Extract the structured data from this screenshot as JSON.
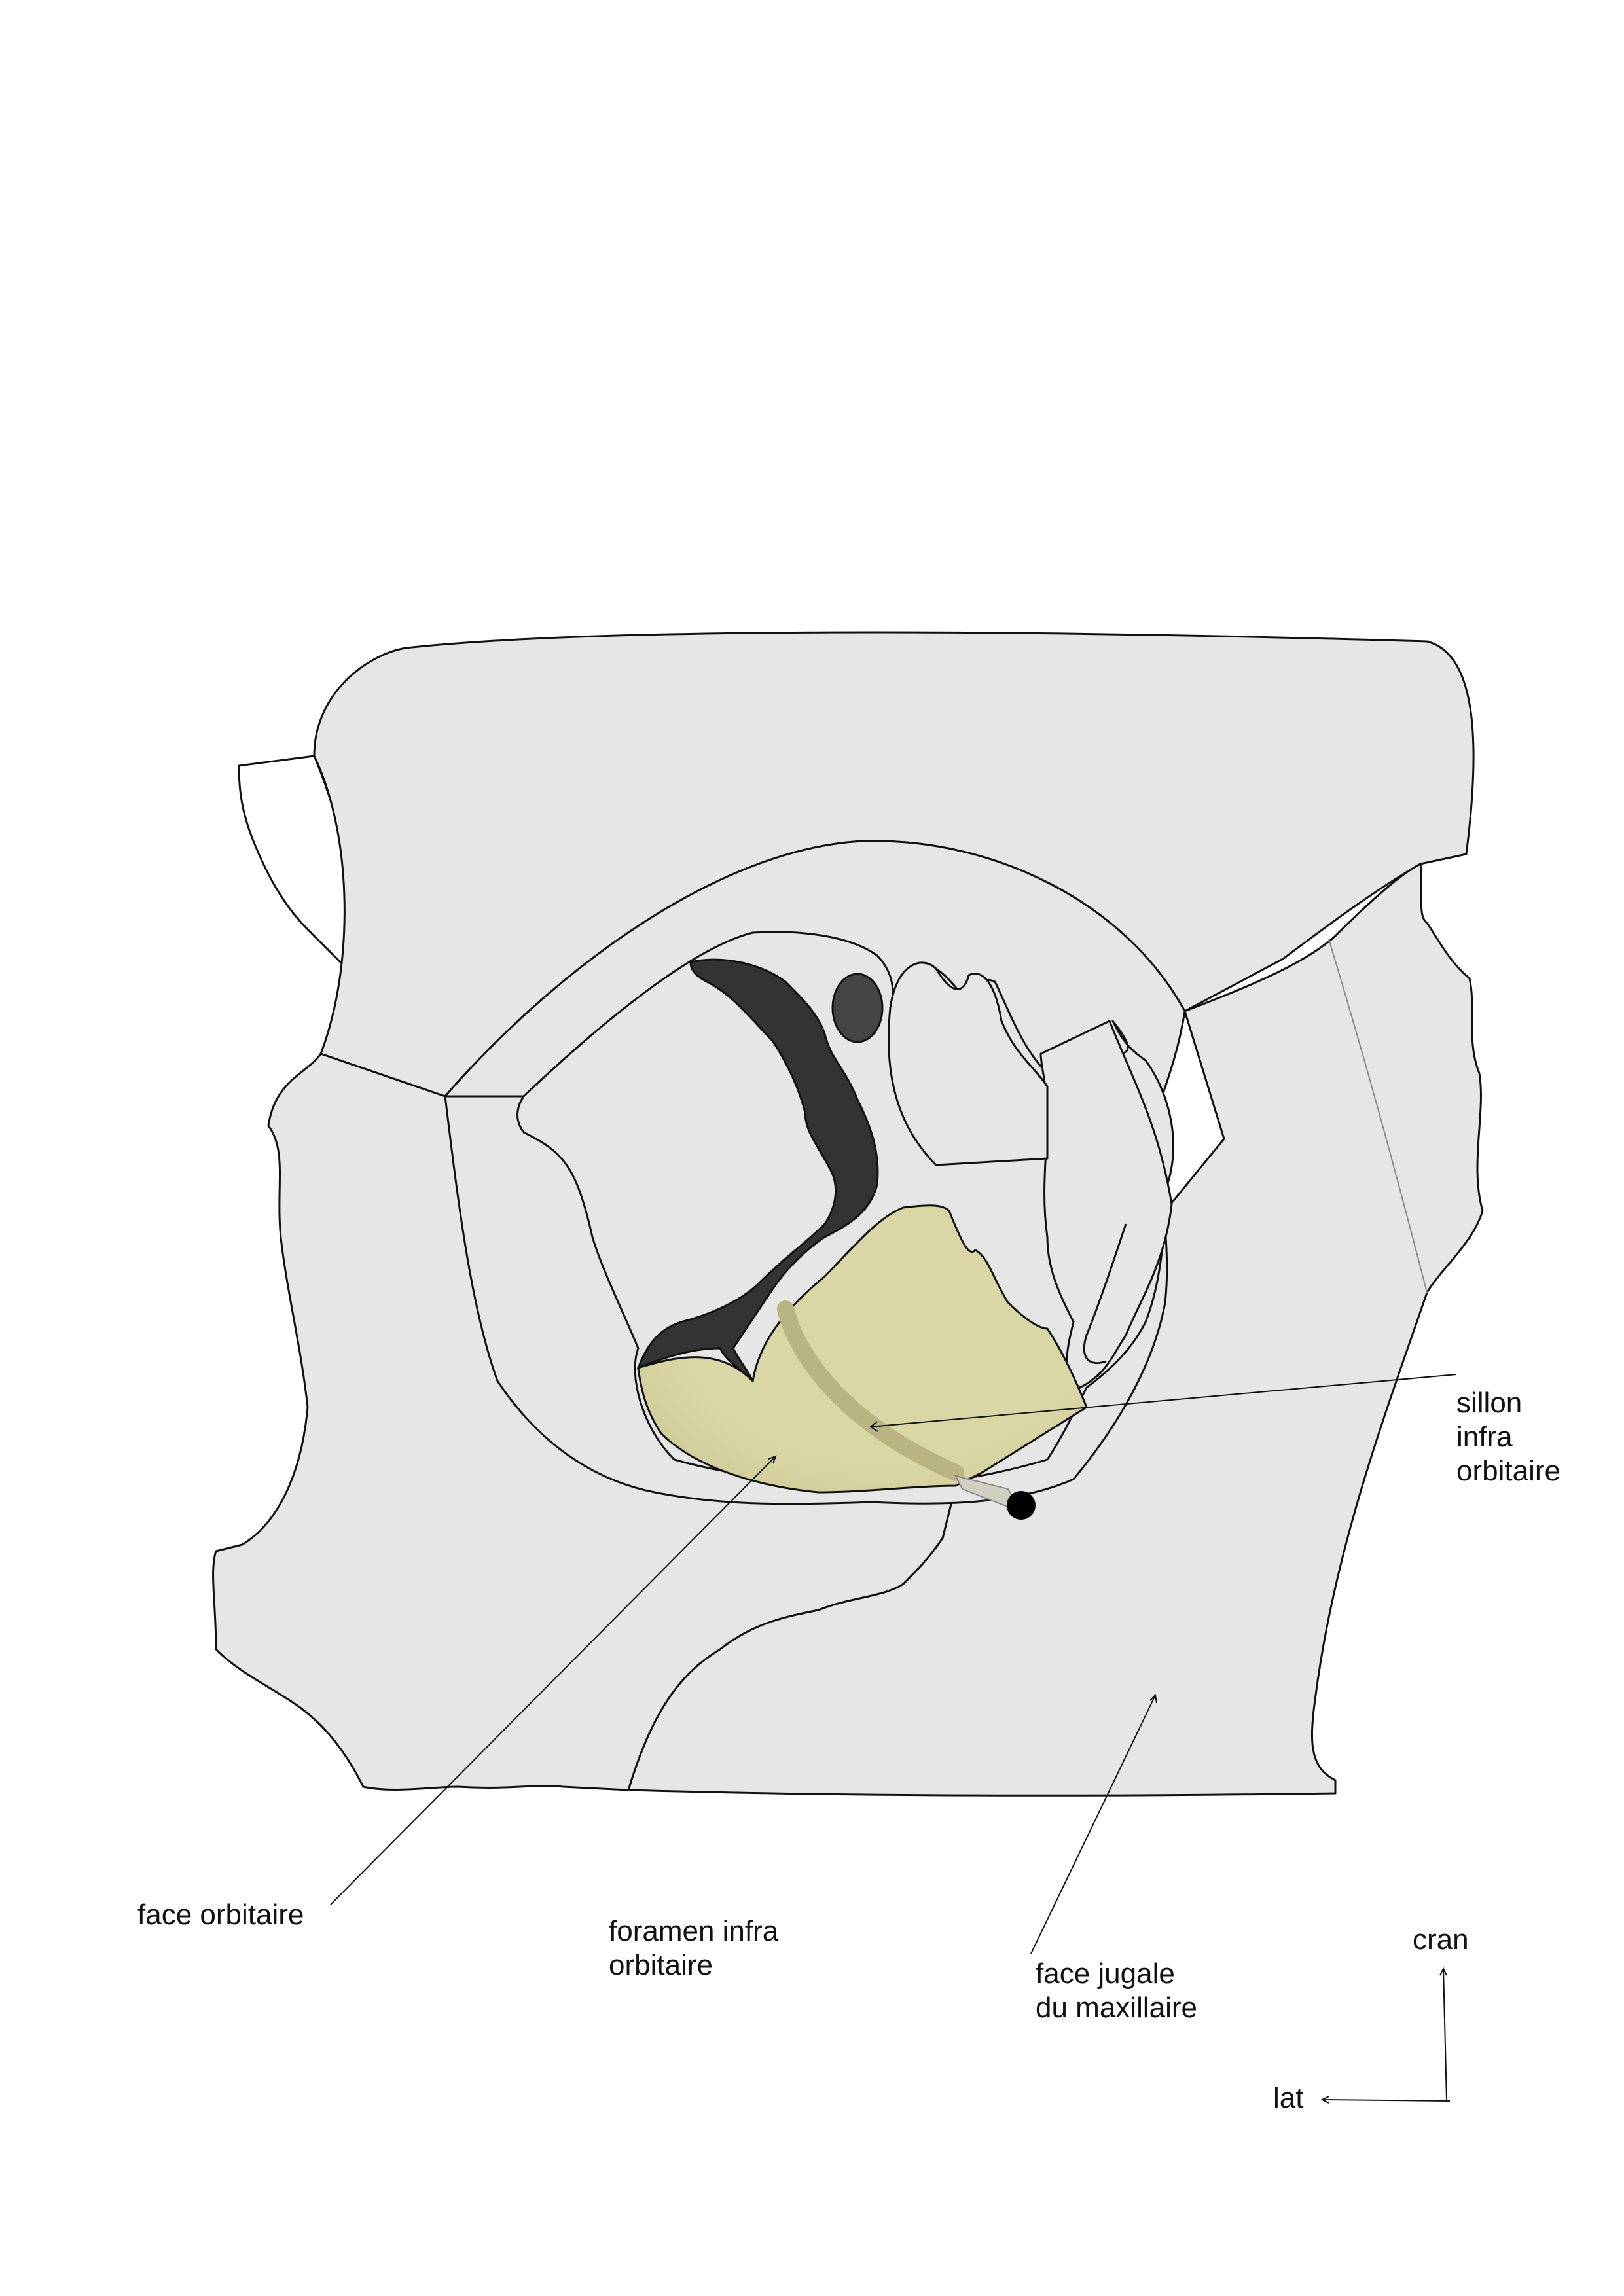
{
  "colors": {
    "background": "#ffffff",
    "bone": "#e6e6e6",
    "outline": "#111111",
    "orbital_face": "#d9d7a6",
    "fissure": "#333333",
    "foramen": "#000000"
  },
  "labels": {
    "sillon": [
      "sillon",
      "infra",
      "orbitaire"
    ],
    "face_orbitaire": [
      "face orbitaire"
    ],
    "foramen": [
      "foramen infra",
      "orbitaire"
    ],
    "face_jugale": [
      "face jugale",
      "du maxillaire"
    ]
  },
  "orientation": {
    "cranial": "cran",
    "lateral": "lat"
  }
}
